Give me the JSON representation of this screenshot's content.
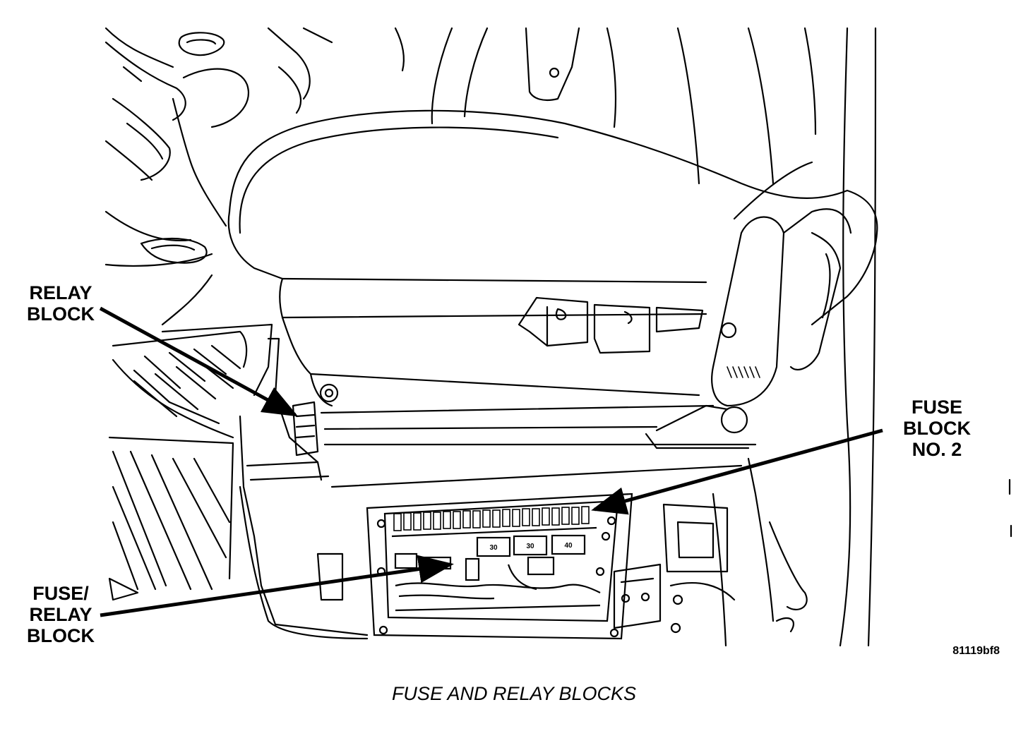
{
  "labels": {
    "relay_block": [
      "RELAY",
      "BLOCK"
    ],
    "fuse_block_no2": [
      "FUSE",
      "BLOCK",
      "NO. 2"
    ],
    "fuse_relay_block": [
      "FUSE/",
      "RELAY",
      "BLOCK"
    ]
  },
  "fuse_ratings": [
    "30",
    "30",
    "40"
  ],
  "reference_id": "81119bf8",
  "caption": "FUSE AND RELAY BLOCKS"
}
